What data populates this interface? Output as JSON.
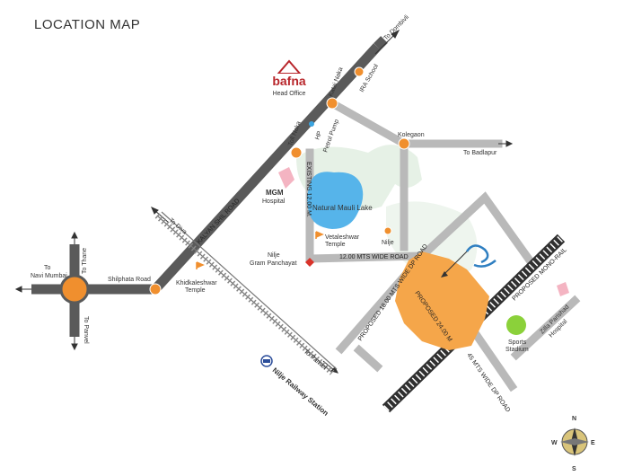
{
  "title": "LOCATION MAP",
  "logo": {
    "brand": "bafna",
    "sub": "Head Office"
  },
  "places": {
    "to_dombivli": "To Dombivli",
    "ira_school": "IRA School",
    "katai_naka": "Katai Naka",
    "hp": "HP",
    "petrol_pump": "Petrol Pump",
    "toll_naka": "Toll Naka",
    "kolegaon": "Kolegaon",
    "to_badlapur": "To Badlapur",
    "mgm": "MGM",
    "hospital": "Hospital",
    "lake": "Natural Mauli Lake",
    "vetal": "Vetaleshwar",
    "temple": "Temple",
    "nilje": "Nilje",
    "nilje2": "Nilje",
    "gram": "Gram Panchayat",
    "to_diva": "To Diva",
    "to_thane": "To Thane",
    "to_navi_mumbai_1": "To",
    "to_navi_mumbai_2": "Navi Mumbai",
    "to_panvel_side": "To Panvel",
    "shilphata": "Shilphata Road",
    "khidkaleshwar": "Khidkaleshwar",
    "khid_temple": "Temple",
    "to_panvel_rail": "To Panvel",
    "railway_station": "Nilje Railway Station",
    "sports_1": "Sports",
    "sports_2": "Stadium",
    "zilla_1": "Zilla Parishad",
    "zilla_2": "Hospital"
  },
  "roads": {
    "kalyan_shil": "KALYAN SHIL ROAD",
    "existing_12m": "EXISTING 12.00 M.",
    "wide_road_12": "12.00 MTS WIDE ROAD",
    "proposed_18_a": "PROPOSED 18.00 MTS WIDE DP ROAD",
    "proposed_18_b": "PROPOSED 24.00 M",
    "proposed_45": "45 MTS WIDE DP ROAD",
    "mono_rail": "PROPOSED MONO-RAIL"
  },
  "compass": {
    "n": "N",
    "s": "S",
    "e": "E",
    "w": "W"
  },
  "colors": {
    "road": "#5a5a5a",
    "road_light": "#b9b9b9",
    "lake": "#56b4ea",
    "site": "#f5a64a",
    "marker": "#f08f2e",
    "stadium": "#8bd13a",
    "hospital_pink": "#f4b4c2",
    "rail": "#303030",
    "logo_red": "#b8262b"
  }
}
